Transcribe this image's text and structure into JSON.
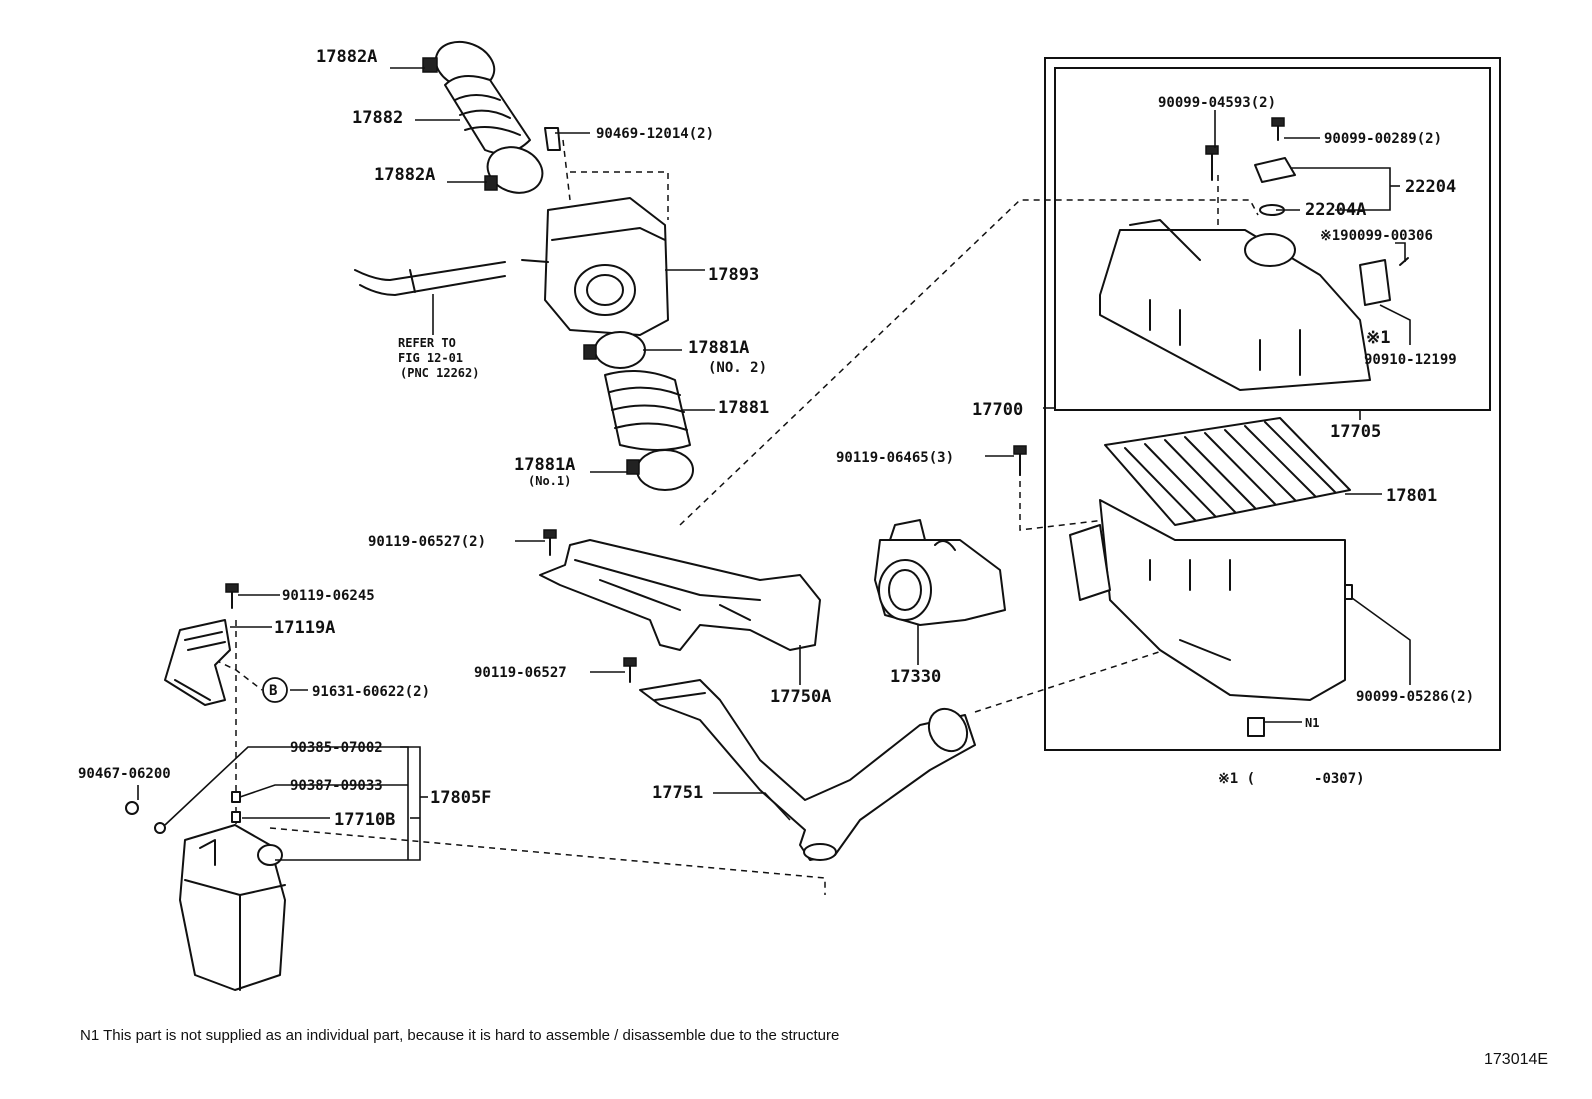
{
  "parts": {
    "p17882A_top": "17882A",
    "p17882": "17882",
    "p17882A_bot": "17882A",
    "p90469": "90469-12014(2)",
    "p17893": "17893",
    "refer_line1": "REFER TO",
    "refer_line2": "FIG 12-01",
    "refer_line3": "(PNC 12262)",
    "p17881A_no2": "17881A",
    "p17881A_no2_sub": "(NO. 2)",
    "p17881": "17881",
    "p17881A_no1": "17881A",
    "p17881A_no1_sub": "(No.1)",
    "p90119_06527_2": "90119-06527(2)",
    "p90119_06245": "90119-06245",
    "p17119A": "17119A",
    "p91631": "91631-60622(2)",
    "circle_b": "B",
    "p90119_06527": "90119-06527",
    "p17750A": "17750A",
    "p17330": "17330",
    "p90119_06465": "90119-06465(3)",
    "p17700": "17700",
    "p90099_04593": "90099-04593(2)",
    "p90099_00289": "90099-00289(2)",
    "p22204": "22204",
    "p22204A": "22204A",
    "p90099_00306": "※190099-00306",
    "note_1": "※1",
    "p90910": "90910-12199",
    "p17705": "17705",
    "p17801": "17801",
    "p90099_05286": "90099-05286(2)",
    "pN1": "N1",
    "applicability": "※1 (       -0307)",
    "p90467": "90467-06200",
    "p90385": "90385-07002",
    "p90387": "90387-09033",
    "p17710B": "17710B",
    "p17805F": "17805F",
    "p17751": "17751"
  },
  "footnote": "N1  This part is not supplied as an individual part, because it is hard to assemble / disassemble due to the structure",
  "figure_code": "173014E"
}
